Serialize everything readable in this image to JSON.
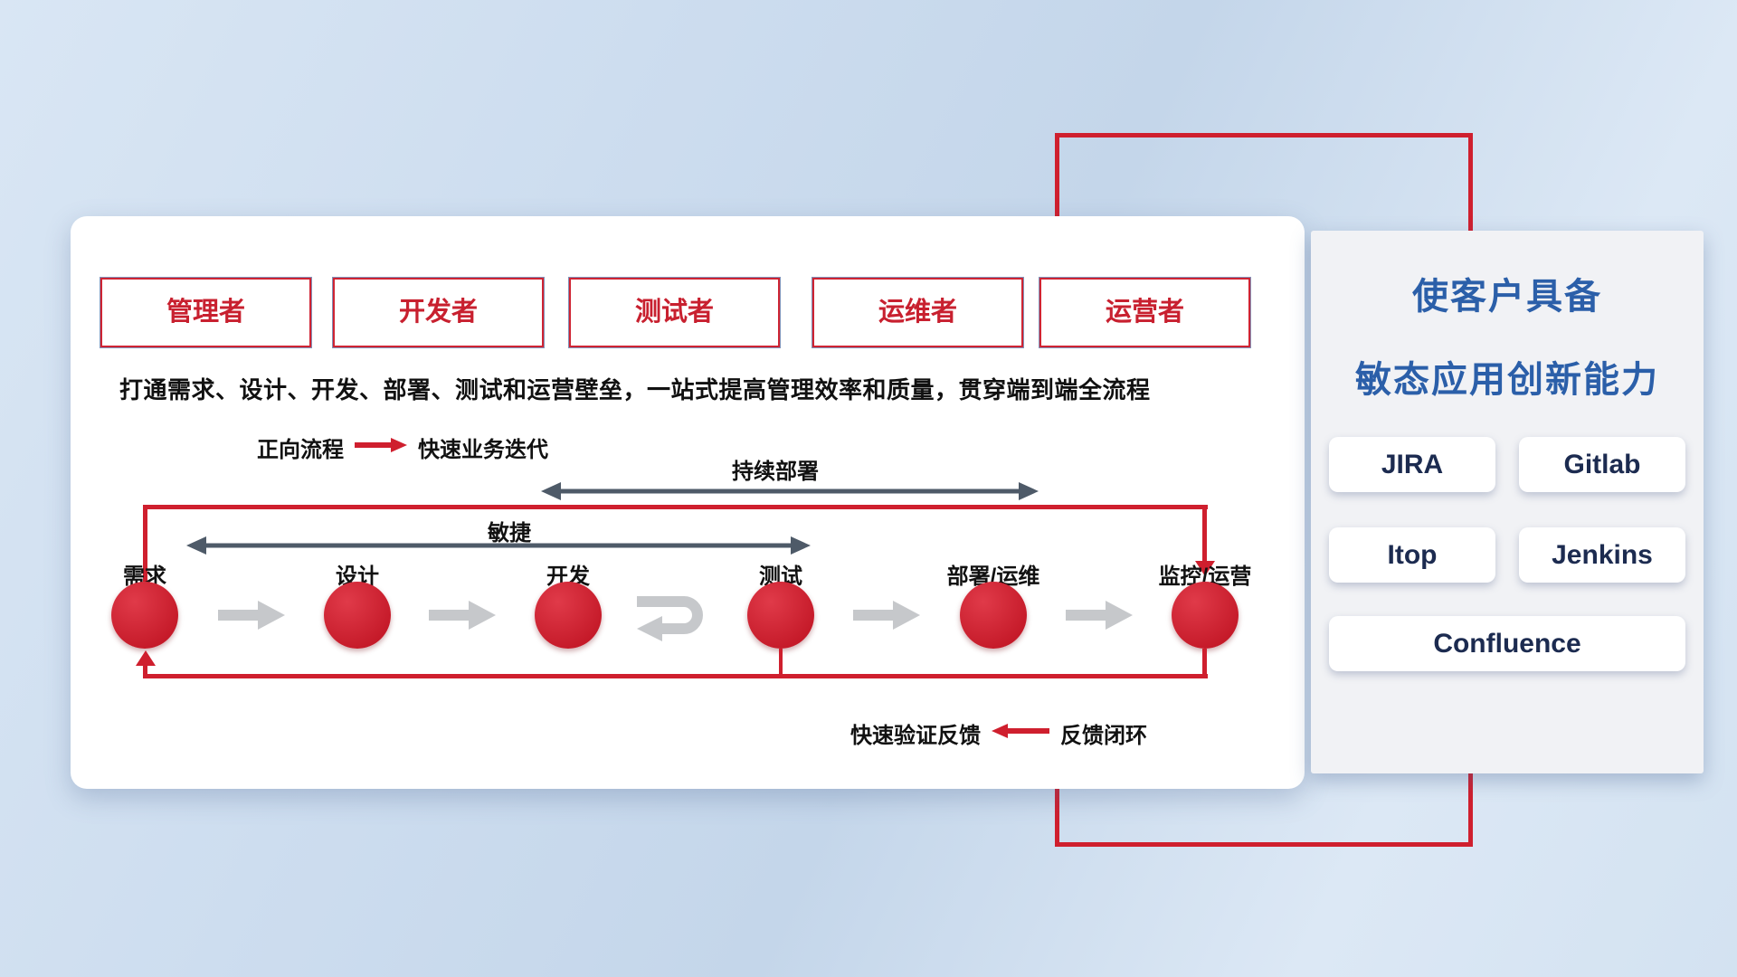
{
  "colors": {
    "accent_red": "#cf1f2e",
    "title_blue": "#2b5fa9",
    "dark_arrow": "#4e5a68",
    "gray_arrow": "#c6c8cb"
  },
  "roles": [
    {
      "label": "管理者"
    },
    {
      "label": "开发者"
    },
    {
      "label": "测试者"
    },
    {
      "label": "运维者"
    },
    {
      "label": "运营者"
    }
  ],
  "subtitle": "打通需求、设计、开发、部署、测试和运营壁垒，一站式提高管理效率和质量，贯穿端到端全流程",
  "forward_legend": {
    "label": "正向流程",
    "value": "快速业务迭代"
  },
  "flow": {
    "continuous_label": "持续部署",
    "agile_label": "敏捷",
    "nodes": [
      {
        "label": "需求"
      },
      {
        "label": "设计"
      },
      {
        "label": "开发"
      },
      {
        "label": "测试"
      },
      {
        "label": "部署/运维"
      },
      {
        "label": "监控/运营"
      }
    ],
    "feedback_text": "快速验证反馈",
    "feedback_legend": "反馈闭环"
  },
  "right_panel": {
    "title_line1": "使客户具备",
    "title_line2": "敏态应用创新能力",
    "tools": [
      {
        "label": "JIRA"
      },
      {
        "label": "Gitlab"
      },
      {
        "label": "Itop"
      },
      {
        "label": "Jenkins"
      },
      {
        "label": "Confluence"
      }
    ]
  }
}
